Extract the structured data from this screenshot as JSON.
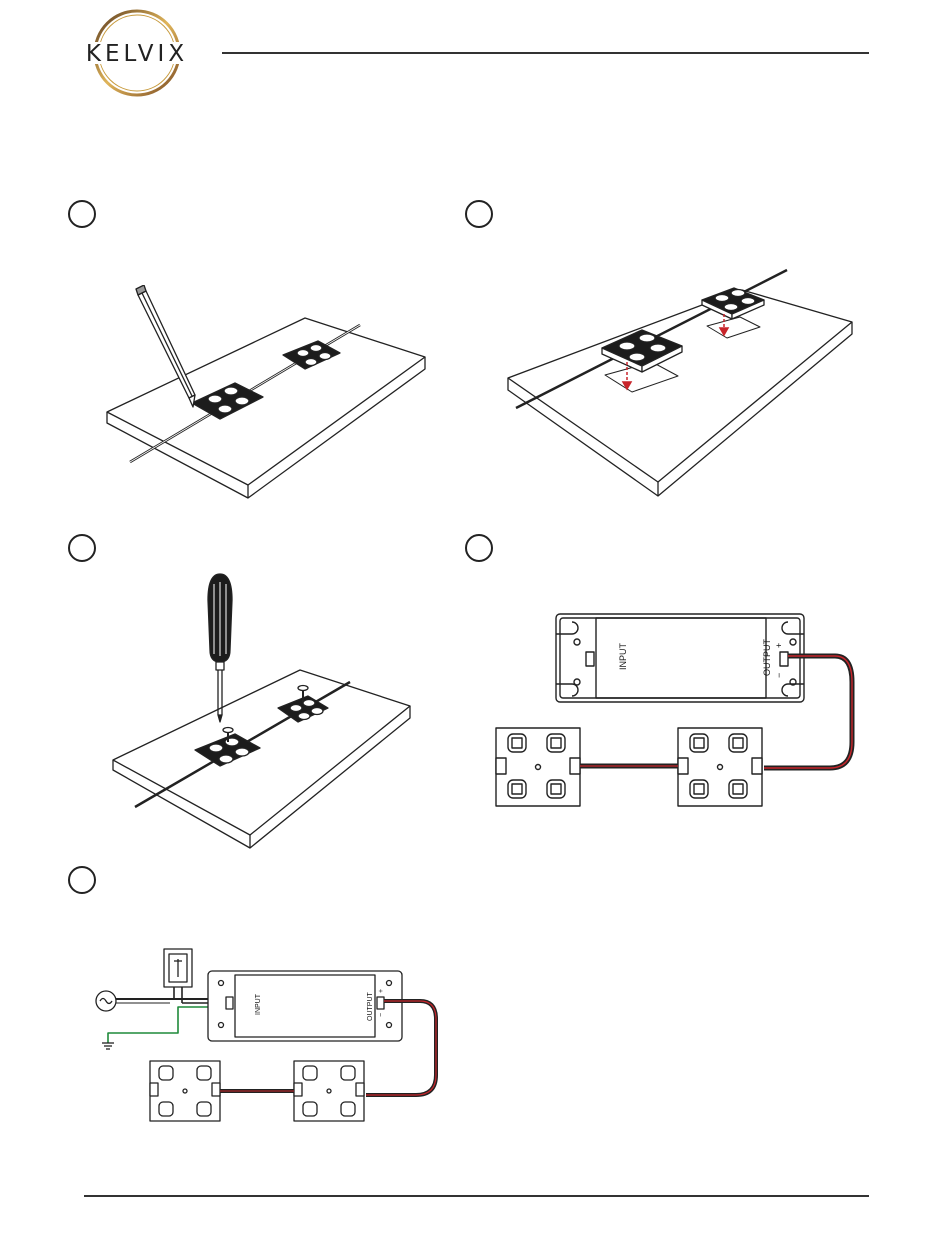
{
  "brand": {
    "name": "KELVIX"
  },
  "steps": [
    {
      "id": 1
    },
    {
      "id": 2
    },
    {
      "id": 3
    },
    {
      "id": 4
    },
    {
      "id": 5
    }
  ],
  "driver": {
    "input_label": "INPUT",
    "output_label": "OUTPUT",
    "plus": "+",
    "minus": "−"
  },
  "colors": {
    "line": "#222222",
    "ground_wire": "#1f8a3a",
    "red_wire": "#c8252b",
    "logo_gold": "#c79a3c",
    "logo_brown": "#5a3a1e"
  },
  "icons": [
    "pencil-icon",
    "screwdriver-icon",
    "ac-source-icon",
    "ground-icon",
    "switch-icon"
  ]
}
